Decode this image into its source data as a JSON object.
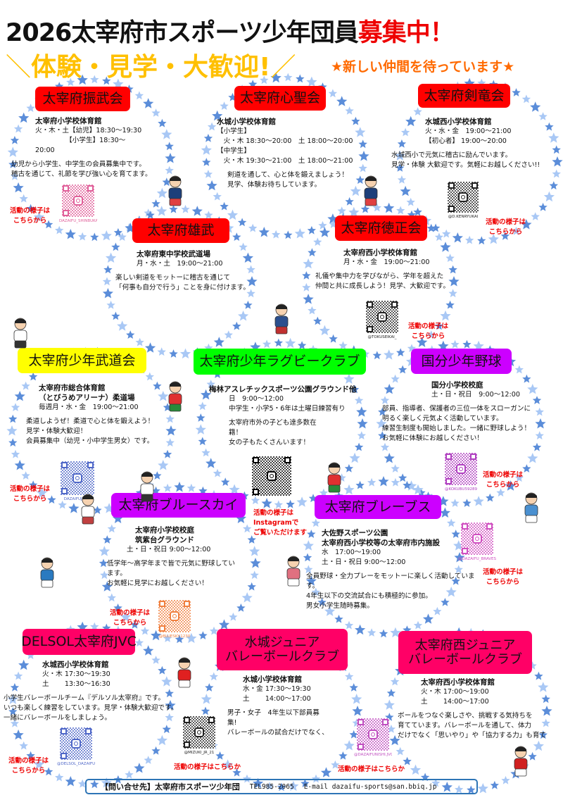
{
  "header": {
    "title_main": "2026太宰府市スポーツ少年団員",
    "title_highlight": "募集中！",
    "left_deco": "＼",
    "subtitle": "体験・見学・大歓迎!",
    "right_deco": "／",
    "tagline": "★新しい仲間を待っています★"
  },
  "general_note": [
    "活動の様子は",
    "Instagramで",
    "ご覧いただけます"
  ],
  "colors": {
    "star_dark": "#5b8dd9",
    "star_light": "#a9c8f5",
    "note_red": "#ee0000",
    "subtitle": "#ffc000",
    "tagline": "#ff6a00"
  },
  "clubs": [
    {
      "name": [
        "太宰府振武会"
      ],
      "color": "#ff0000",
      "venue": [
        "太宰府小学校体育館"
      ],
      "schedule": [
        "火・木・土【幼児】18:30〜19:30",
        "　　　　　【小学生】18:30〜",
        "20:00"
      ],
      "description": [
        "幼児から小学生、中学生の会員募集中です。",
        "稽古を通じて、礼節を学び強い心を育てます。"
      ],
      "qr_handle": "DAZAIFU_SHINBUKAI",
      "note": [
        "活動の様子は",
        "こちらから"
      ]
    },
    {
      "name": [
        "太宰府心聖会"
      ],
      "color": "#ff0000",
      "venue": [
        "水城小学校体育館"
      ],
      "schedule": [
        "【小学生】",
        "　火・木 18:30〜20:00　土 18:00〜20:00",
        "【中学生】",
        "　火・木 19:30〜21:00　土 18:00〜21:00"
      ],
      "description": [
        "剣道を通して、心と体を鍛えましょう！",
        "見学、体験お待ちしています。"
      ],
      "qr_handle": null,
      "note": null
    },
    {
      "name": [
        "太宰府剣竜会"
      ],
      "color": "#ff0000",
      "venue": [
        "水城西小学校体育館"
      ],
      "schedule": [
        "火・水・金　19:00〜21:00",
        "【初心者】 19:00〜20:00"
      ],
      "description": [
        "水城西小で元気に稽古に励んでいます。",
        "見学・体験 大歓迎です。気軽にお越しください!!"
      ],
      "qr_handle": "@D.KENRYUKAI",
      "note": [
        "活動の様子は",
        "こちらから"
      ]
    },
    {
      "name": [
        "太宰府雄武"
      ],
      "color": "#ff0000",
      "venue": [
        "太宰府東中学校武道場"
      ],
      "schedule": [
        "月・水・土　19:00〜21:00"
      ],
      "description": [
        "楽しい剣道をモットーに稽古を通じて",
        "「何事も自分で行う」ことを身に付けます。"
      ],
      "qr_handle": null,
      "note": null
    },
    {
      "name": [
        "太宰府徳正会"
      ],
      "color": "#ff0000",
      "venue": [
        "太宰府西小学校体育館"
      ],
      "schedule": [
        "月・水・金　19:00〜21:00"
      ],
      "description": [
        "礼儀や集中力を学びながら、学年を超えた",
        "仲間と共に成長しよう！見学、大歓迎です。"
      ],
      "qr_handle": "@TOKUSEIKAI_",
      "note": [
        "活動の様子は",
        "こちらから"
      ]
    },
    {
      "name": [
        "太宰府少年武道会"
      ],
      "color": "#ffff00",
      "venue": [
        "太宰府市総合体育館",
        "（とびうめアリーナ）柔道場"
      ],
      "schedule": [
        "毎週月・水・金　19:00〜21:00"
      ],
      "description": [
        "柔道しようぜ！柔道で心と体を鍛えよう！",
        "見学・体験大歓迎！",
        "会員募集中（幼児・小中学生男女）です。"
      ],
      "qr_handle": "DAZAIFUJUDO",
      "note": [
        "活動の様子は",
        "こちらから"
      ]
    },
    {
      "name": [
        "太宰府少年ラグビークラブ"
      ],
      "color": "#00ff00",
      "venue": [
        "梅林アスレチックスポーツ公園グラウンド他"
      ],
      "schedule": [
        "日　9:00〜12:00",
        "中学生・小学5・6年は土曜日練習有り"
      ],
      "description": [
        "太宰府市外の子ども達多数在",
        "籍！",
        "女の子もたくさんいます！"
      ],
      "qr_handle": "",
      "note": null
    },
    {
      "name": [
        "国分少年野球"
      ],
      "color": "#cc00ff",
      "venue": [
        "国分小学校校庭"
      ],
      "schedule": [
        "土・日・祝日　9:00〜12:00"
      ],
      "description": [
        "部員、指導者、保護者の三位一体をスローガンに",
        "明るく楽しく元気よく活動しています。",
        "練習生制度も開始しました。一緒に野球しよう！",
        "お気軽に体験にお越しください！"
      ],
      "qr_handle": "@KOKUBU59289",
      "note": [
        "活動の様子は",
        "こちらから"
      ]
    },
    {
      "name": [
        "太宰府ブルースカイ"
      ],
      "color": "#cc00ff",
      "venue": [
        "太宰府小学校校庭",
        "筑紫台グラウンド"
      ],
      "schedule": [
        "土・日・祝日 9:00〜12:00"
      ],
      "description": [
        "低学年〜高学年まで皆で元気に野球してい",
        "ます。",
        "お気軽に見学にお越しください！"
      ],
      "qr_handle": "@BLUESKY.1230",
      "note": [
        "活動の様子は",
        "こちらから"
      ]
    },
    {
      "name": [
        "太宰府ブレーブス"
      ],
      "color": "#cc00ff",
      "venue": [
        "大佐野スポーツ公園",
        "太宰府西小学校等の太宰府市内施設"
      ],
      "schedule": [
        "水　17:00〜19:00",
        "土・日・祝日 9:00〜12:00"
      ],
      "description": [
        "全員野球・全力プレーをモットーに楽しく活動していま",
        "す。",
        "4年生以下の交流試合にも積極的に参加。",
        "男女小学生随時募集。"
      ],
      "qr_handle": "@DAZAIFU_BRAVES",
      "note": [
        "活動の様子は",
        "こちらから"
      ]
    },
    {
      "name": [
        "DELSOL太宰府JVC"
      ],
      "color": "#ff0066",
      "venue": [
        "水城西小学校体育館"
      ],
      "schedule": [
        "火・木 17:30〜19:30",
        "土　　 13:30〜16:30"
      ],
      "description": [
        "小学生バレーボールチーム『デルソル太宰府』です。",
        "いつも楽しく練習をしています。見学・体験大歓迎です。",
        "一緒にバレーボールをしましょう。"
      ],
      "qr_handle": "@DELSOL_DAZAIFU",
      "note": [
        "活動の様子は",
        "こちらから"
      ]
    },
    {
      "name": [
        "水城ジュニア",
        "バレーボールクラブ"
      ],
      "color": "#ff0066",
      "venue": [
        "水城小学校体育館"
      ],
      "schedule": [
        "水・金 17:30〜19:30",
        "土　　 14:00〜17:00"
      ],
      "description": [
        "男子・女子　4年生以下部員募",
        "集!",
        "バレーボールの試合だけでなく、"
      ],
      "qr_handle": "@MIZUKI_JR_21",
      "note": [
        "活動の様子はこちらか"
      ]
    },
    {
      "name": [
        "太宰府西ジュニア",
        "バレーボールクラブ"
      ],
      "color": "#ff0066",
      "venue": [
        "太宰府西小学校体育館"
      ],
      "schedule": [
        "火・木 17:00〜19:00",
        "土　　 14:00〜17:00"
      ],
      "description": [
        "ボールをつなぐ楽しさや、挑戦する気持ちを",
        "育てています。バレーボールを通して、体力",
        "だけでなく「思いやり」や「協力する力」も育て"
      ],
      "qr_handle": "@DAZAIFUNISHI.JVC",
      "note": [
        "活動の様子はこちらか"
      ]
    }
  ],
  "footer": {
    "label": "【問い合せ先】太宰府市スポーツ少年団",
    "tel": "TEL985-2065",
    "email": "E-mail dazaifu-sports@san.bbiq.jp"
  }
}
